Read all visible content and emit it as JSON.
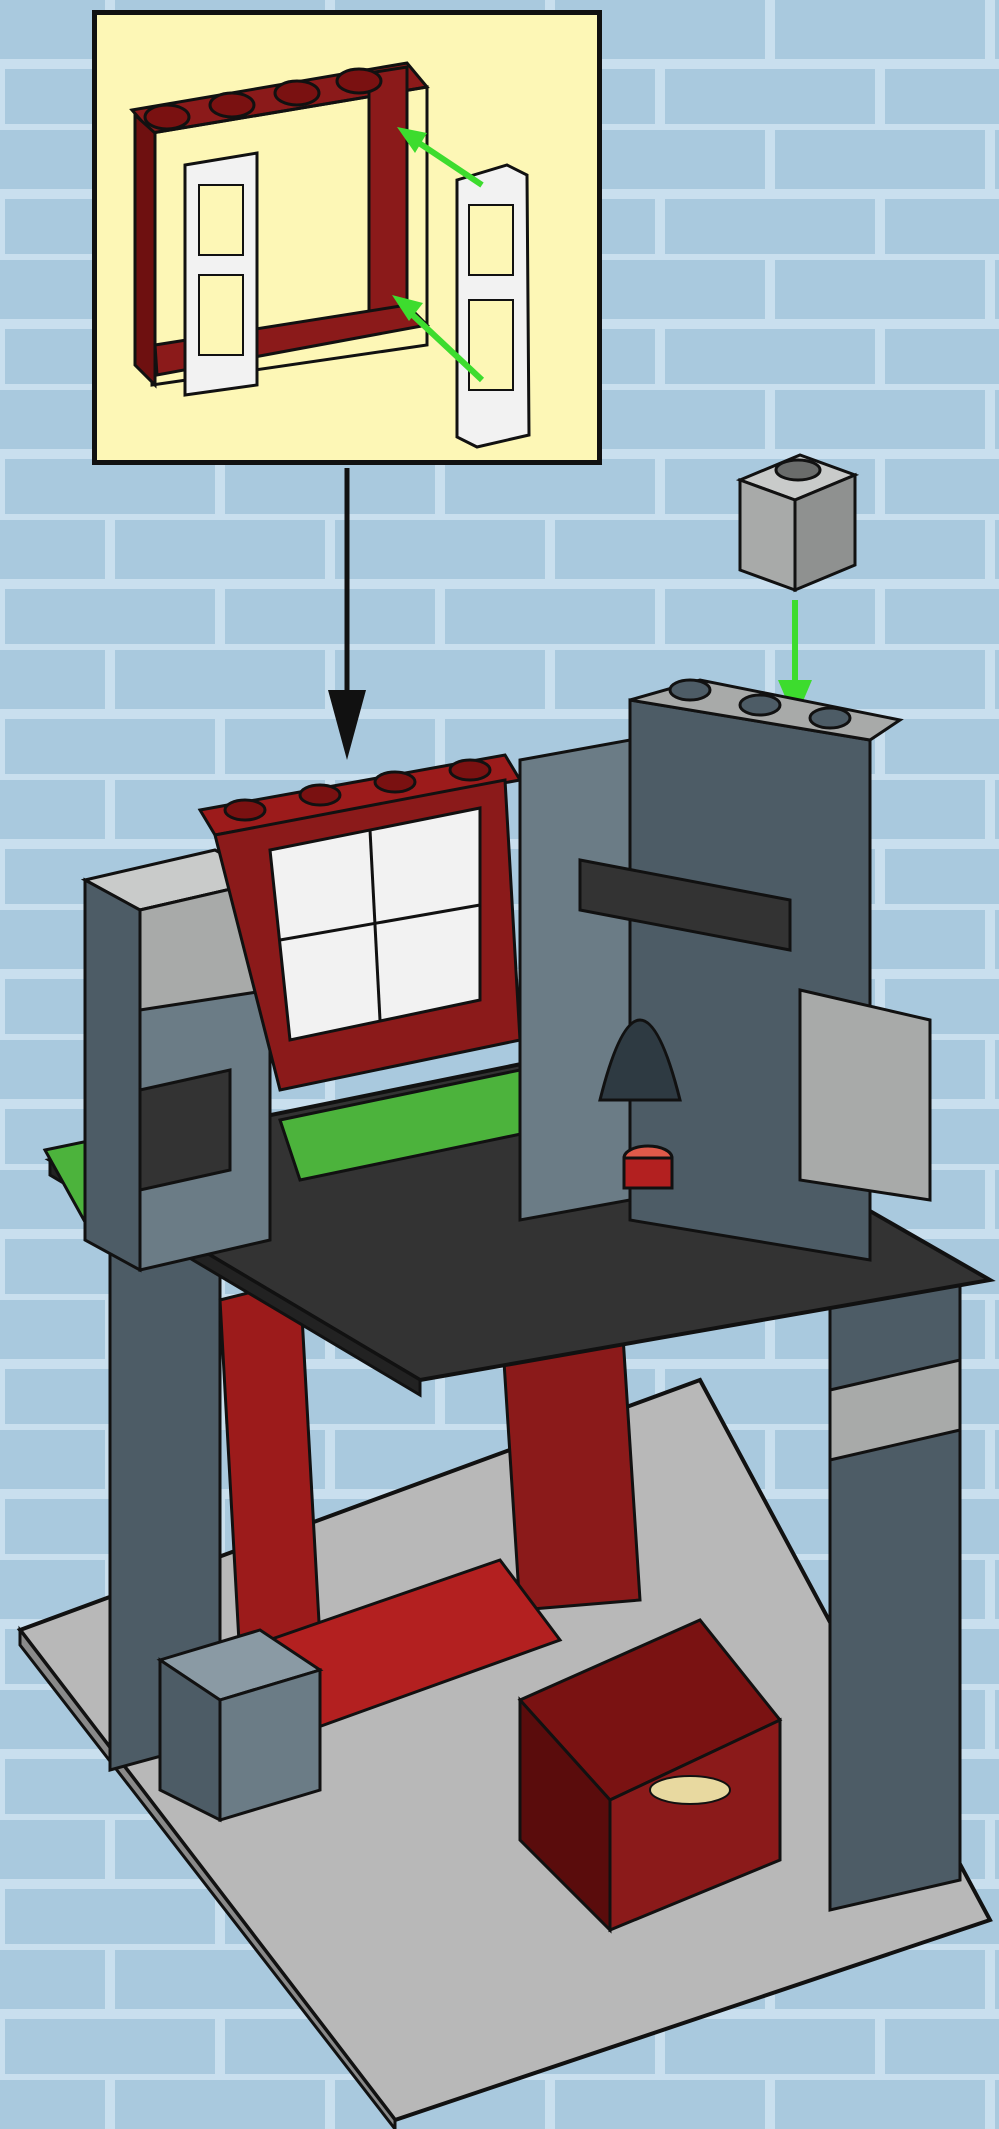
{
  "illustration": {
    "kind": "building-instruction-step",
    "theme": "castle tower with window",
    "background": "stone-wall",
    "parts": [
      {
        "name": "window-frame",
        "color": "#8b1a1a"
      },
      {
        "name": "window-shutter-left",
        "color": "#f2f2f2"
      },
      {
        "name": "window-shutter-right",
        "color": "#f2f2f2"
      },
      {
        "name": "brick-1x1-light-gray",
        "color": "#a8aaa9"
      },
      {
        "name": "treasure-chest",
        "color": "#7a1212"
      },
      {
        "name": "baseplate",
        "color": "#b8b8b8"
      },
      {
        "name": "plate-dark-gray",
        "color": "#333333"
      },
      {
        "name": "plate-green",
        "color": "#4cb33c"
      }
    ],
    "colors": {
      "background": "#a9c9de",
      "callout": "#fdf7b6",
      "arrow_attach": "#3ddc2e",
      "arrow_place": "#111111",
      "stone_dark": "#4d5c66",
      "stone_mid": "#6b7c86",
      "stone_light": "#a8aaa9",
      "red_dark": "#8b1a1a",
      "red_mid": "#b32020"
    }
  }
}
